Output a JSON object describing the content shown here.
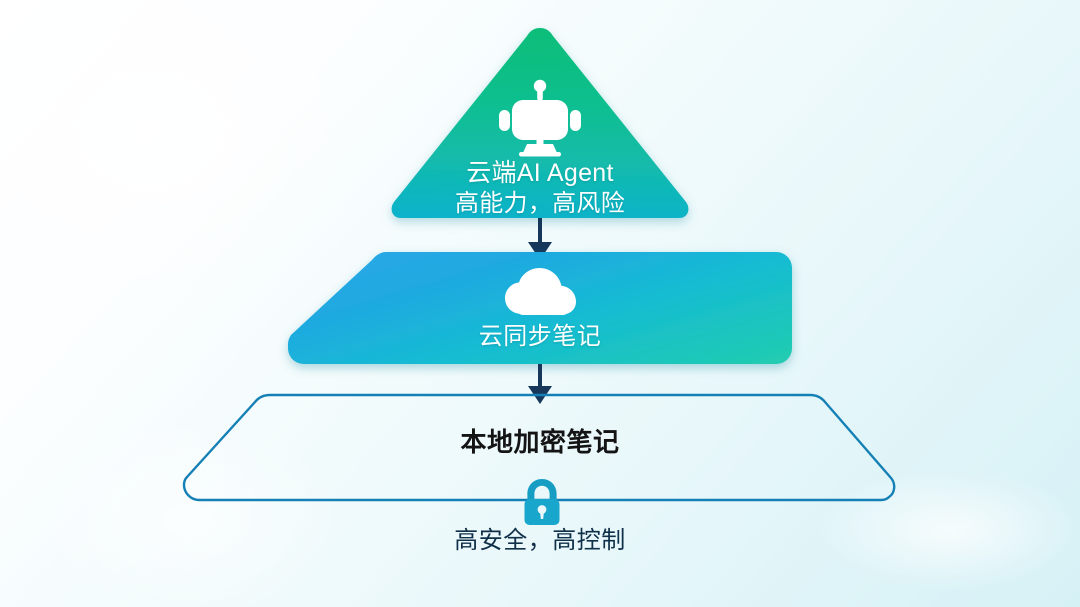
{
  "diagram": {
    "title_semantic": "AI notes trust pyramid",
    "background": {
      "gradient_from": "#ffffff",
      "gradient_to": "#d6f1f6"
    },
    "tiers": [
      {
        "id": "cloud-ai-agent",
        "shape": "triangle",
        "title": "云端AI Agent",
        "subtitle": "高能力，高风险",
        "icon": "robot-icon",
        "text_color": "#ffffff",
        "fill_from": "#10bf7d",
        "fill_to": "#0fb4cb"
      },
      {
        "id": "cloud-sync-notes",
        "shape": "trapezoid",
        "title": "云同步笔记",
        "subtitle": "",
        "icon": "cloud-icon",
        "text_color": "#ffffff",
        "fill_from": "#23a9e1",
        "fill_to": "#1fc9b4"
      },
      {
        "id": "local-encrypted-notes",
        "shape": "trapezoid-outline",
        "title": "本地加密笔记",
        "subtitle": "高安全，高控制",
        "icon": "lock-icon",
        "text_color": "#141414",
        "subtitle_color": "#103049",
        "stroke": "#1580b5",
        "fill": "none"
      }
    ],
    "connectors": [
      {
        "id": "arrow-top-to-mid",
        "icon": "down-arrow-icon",
        "color": "#16375a"
      },
      {
        "id": "arrow-mid-to-bottom",
        "icon": "down-arrow-icon",
        "color": "#16375a"
      }
    ]
  }
}
